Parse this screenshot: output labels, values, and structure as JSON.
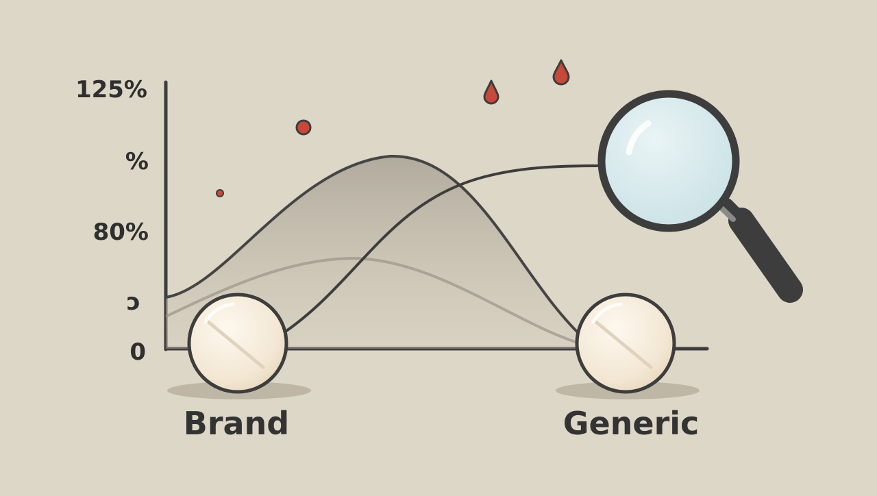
{
  "y_axis": {
    "tick_labels": [
      "125%",
      "%",
      "80%",
      "ɔ",
      "0"
    ]
  },
  "labels": {
    "brand": "Brand",
    "generic": "Generic"
  },
  "icons": {
    "pill": "pill-icon",
    "magnifier": "magnifying-glass-icon",
    "blood_drop": "blood-drop-icon",
    "dot": "red-dot-icon"
  },
  "colors": {
    "background": "#ddd7c7",
    "stroke": "#3d3d3d",
    "curve_fill": "#a9a396",
    "accent_red": "#c8483a",
    "lens": "#d8eaec",
    "pill": "#f6ede0"
  }
}
